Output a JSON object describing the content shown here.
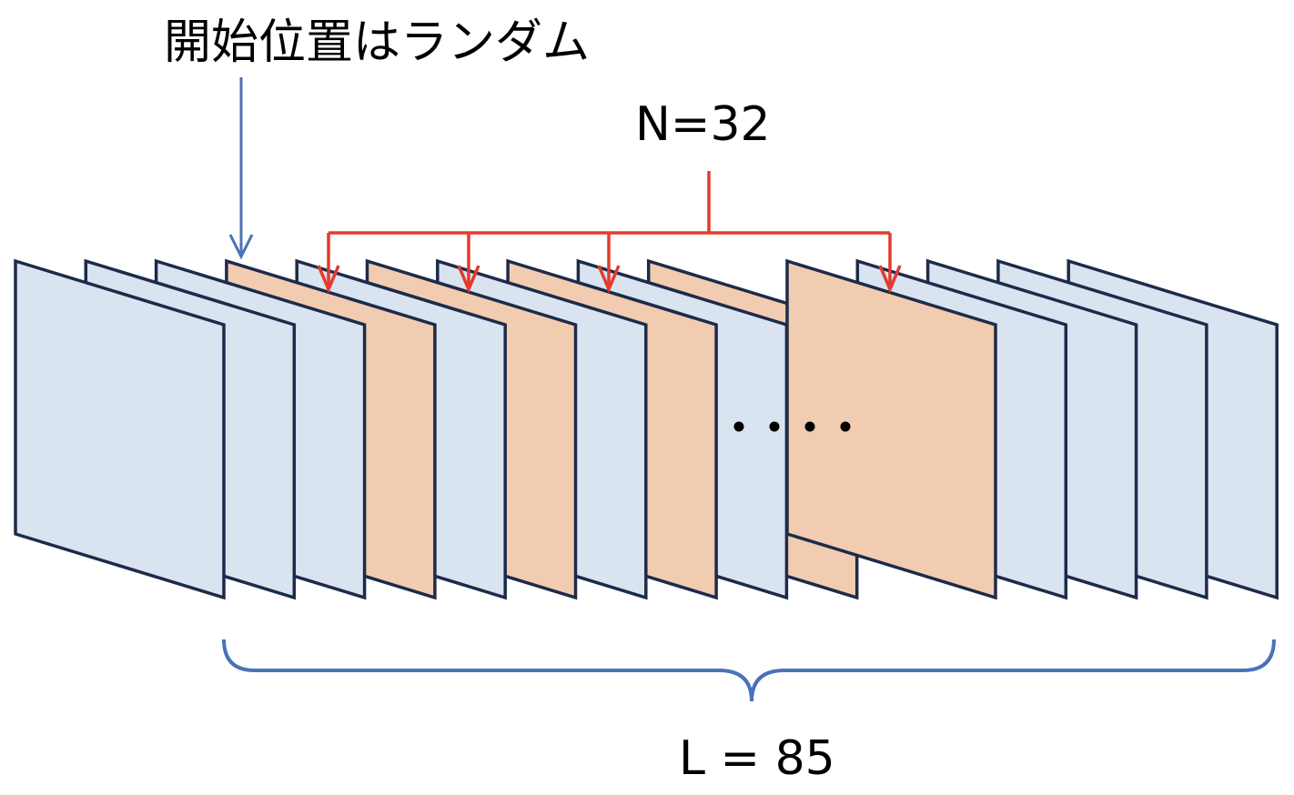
{
  "labels": {
    "start_note": "開始位置はランダム",
    "sample_count": "N=32",
    "total_length": "L = 85",
    "ellipsis": "・・・・"
  },
  "frames": {
    "left_group": [
      "plain",
      "plain",
      "plain",
      "sampled",
      "plain",
      "sampled",
      "plain",
      "sampled",
      "plain",
      "sampled"
    ],
    "right_group": [
      "sampled",
      "plain",
      "plain",
      "plain",
      "plain"
    ]
  },
  "colors": {
    "plain_fill": "#dae3f0",
    "sampled_fill": "#f2ccb0",
    "frame_stroke": "#1c2b4a",
    "start_arrow": "#4a72b8",
    "sample_arrows": "#e53a2b",
    "brace": "#4a72b8"
  }
}
